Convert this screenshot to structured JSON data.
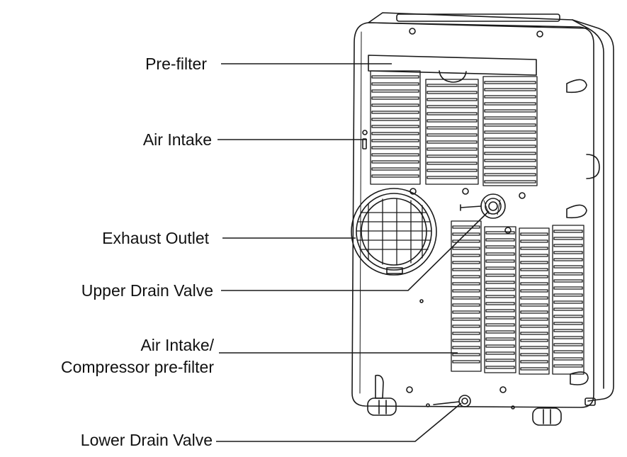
{
  "labels": {
    "pre_filter": "Pre-filter",
    "air_intake_top": "Air Intake",
    "exhaust_outlet": "Exhaust Outlet",
    "upper_drain_valve": "Upper Drain Valve",
    "air_intake_lower_line1": "Air Intake/",
    "air_intake_lower_line2": "Compressor pre-filter",
    "lower_drain_valve": "Lower Drain Valve"
  },
  "colors": {
    "stroke": "#1a1a1a",
    "background": "#ffffff"
  }
}
